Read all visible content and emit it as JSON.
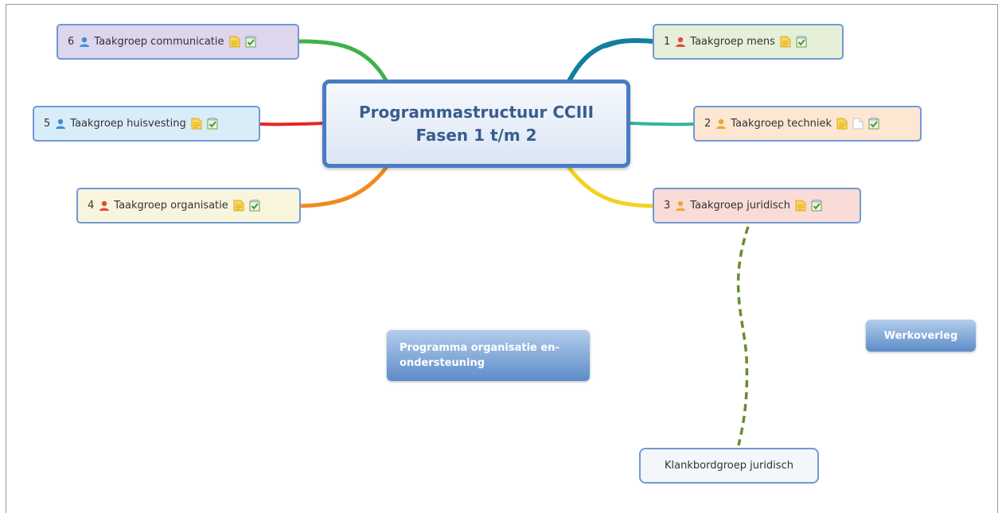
{
  "central": {
    "line1": "Programmastructuur CCIII",
    "line2": "Fasen 1 t/m 2"
  },
  "nodes": [
    {
      "num": "1",
      "label": "Taakgroep mens",
      "person_color": "#e24a3b",
      "bg": "#e6f0d8"
    },
    {
      "num": "2",
      "label": "Taakgroep techniek",
      "person_color": "#f0a63a",
      "bg": "#fde6d2"
    },
    {
      "num": "3",
      "label": "Taakgroep juridisch",
      "person_color": "#f0a63a",
      "bg": "#f9dcd8"
    },
    {
      "num": "4",
      "label": "Taakgroep organisatie",
      "person_color": "#e24a3b",
      "bg": "#f8f5dc"
    },
    {
      "num": "5",
      "label": "Taakgroep huisvesting",
      "person_color": "#3c8fd6",
      "bg": "#d9edf8"
    },
    {
      "num": "6",
      "label": "Taakgroep communicatie",
      "person_color": "#3c8fd6",
      "bg": "#ddd6ec"
    }
  ],
  "floating": {
    "programma": "Programma organisatie en-ondersteuning",
    "programma_line1": "Programma organisatie en-",
    "programma_line2": "ondersteuning",
    "werkoverleg": "Werkoverleg"
  },
  "klankbord": "Klankbordgroep juridisch",
  "icons": {
    "person": "person-icon",
    "note": "note-icon",
    "task": "task-checkbox-icon",
    "empty_note": "empty-note-icon"
  },
  "colors": {
    "link_1": "#137f9c",
    "link_2": "#2fb3a4",
    "link_3": "#f2d21f",
    "link_4": "#f08a1e",
    "link_5": "#e52424",
    "link_6": "#3fb24a",
    "relationship": "#6b8c2f"
  }
}
